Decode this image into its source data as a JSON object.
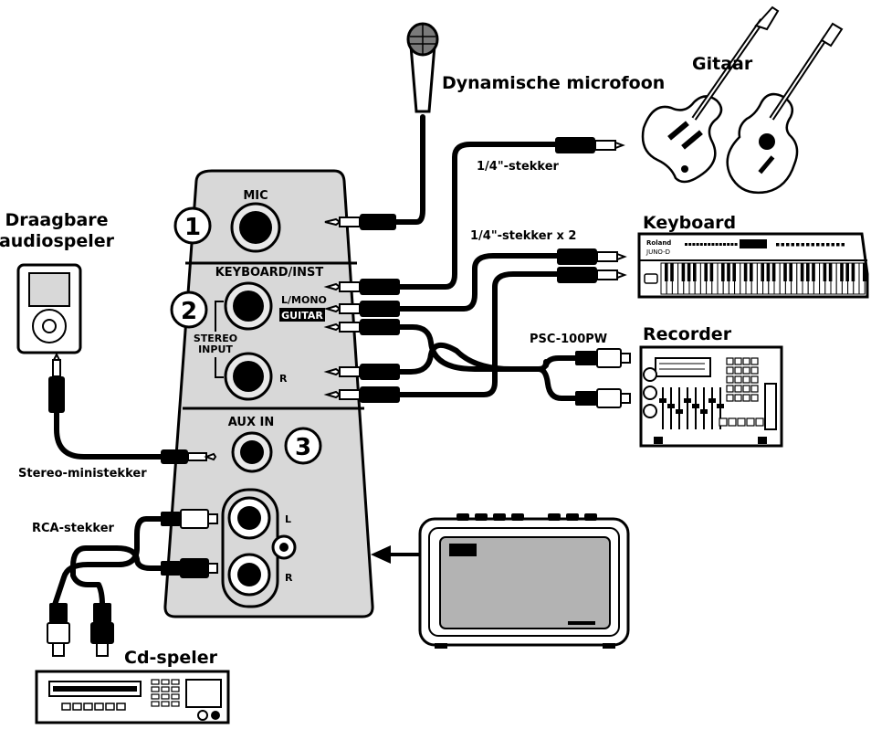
{
  "labels": {
    "portable_player": [
      "Draagbare",
      "audiospeler"
    ],
    "microphone": "Dynamische microfoon",
    "guitar": "Gitaar",
    "keyboard": "Keyboard",
    "recorder": "Recorder",
    "cd_player": "Cd-speler",
    "quarter_plug": "1/4\"-stekker",
    "quarter_plug_x2": "1/4\"-stekker x 2",
    "psc": "PSC-100PW",
    "stereo_mini": "Stereo-ministekker",
    "rca": "RCA-stekker"
  },
  "panel": {
    "mic": "MIC",
    "keyboard_inst": "KEYBOARD/INST",
    "l_mono": "L/MONO",
    "guitar": "GUITAR",
    "stereo_input": [
      "STEREO",
      "INPUT"
    ],
    "r": "R",
    "aux_in": "AUX IN",
    "rca_l": "L",
    "rca_r": "R",
    "num1": "1",
    "num2": "2",
    "num3": "3"
  },
  "device": {
    "keyboard_brand": "Roland",
    "keyboard_model": "JUNO-D"
  },
  "colors": {
    "panel": "#d8d8d8",
    "amp_grille": "#b3b3b3",
    "line": "#000000"
  }
}
